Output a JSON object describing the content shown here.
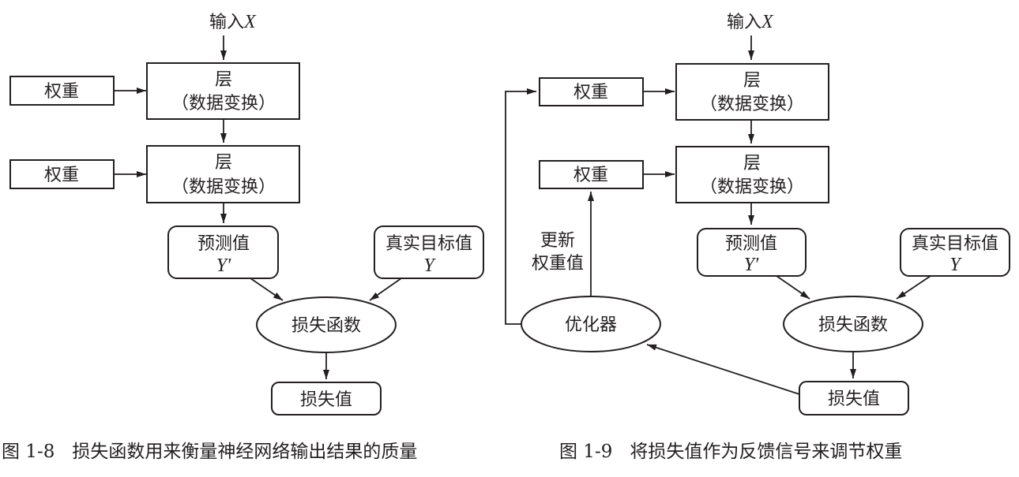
{
  "figures": [
    {
      "id": "fig-1-8",
      "caption": {
        "number": "图 1-8",
        "text": "损失函数用来衡量神经网络输出结果的质量"
      },
      "input": {
        "label": "输入",
        "var": "X"
      },
      "weights": [
        "权重",
        "权重"
      ],
      "layers": [
        {
          "title": "层",
          "subtitle": "（数据变换）"
        },
        {
          "title": "层",
          "subtitle": "（数据变换）"
        }
      ],
      "prediction": {
        "label": "预测值",
        "var": "Y′"
      },
      "target": {
        "label": "真实目标值",
        "var": "Y"
      },
      "loss_function": "损失函数",
      "loss_value": "损失值"
    },
    {
      "id": "fig-1-9",
      "caption": {
        "number": "图 1-9",
        "text": "将损失值作为反馈信号来调节权重"
      },
      "input": {
        "label": "输入",
        "var": "X"
      },
      "weights": [
        "权重",
        "权重"
      ],
      "layers": [
        {
          "title": "层",
          "subtitle": "（数据变换）"
        },
        {
          "title": "层",
          "subtitle": "（数据变换）"
        }
      ],
      "prediction": {
        "label": "预测值",
        "var": "Y′"
      },
      "target": {
        "label": "真实目标值",
        "var": "Y"
      },
      "loss_function": "损失函数",
      "loss_value": "损失值",
      "optimizer": "优化器",
      "update_label": [
        "更新",
        "权重值"
      ]
    }
  ]
}
